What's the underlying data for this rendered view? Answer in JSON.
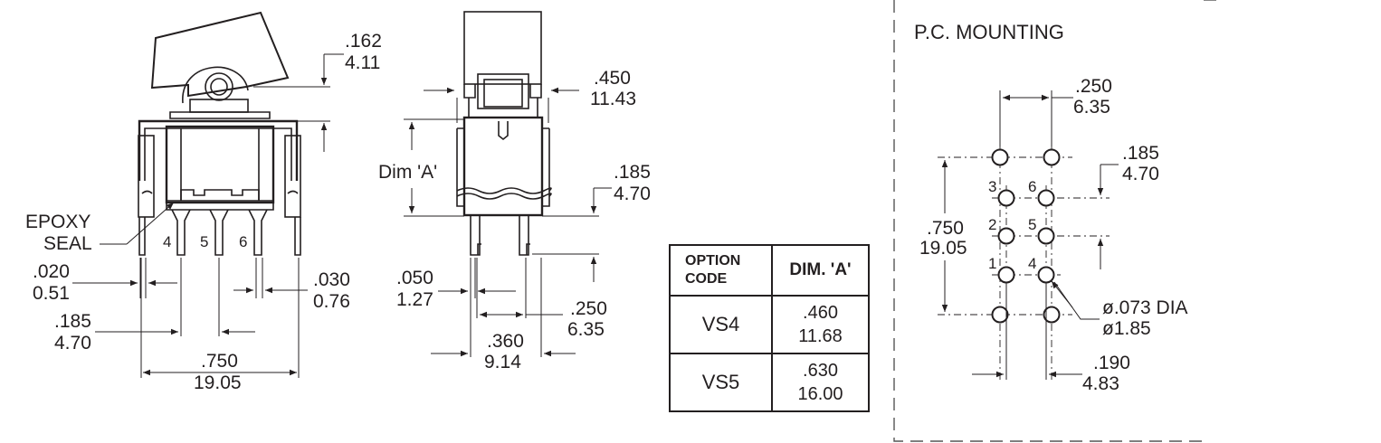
{
  "views": {
    "side": {
      "dim_top": [
        ".162",
        "4.11"
      ],
      "epoxy": [
        "EPOXY",
        "SEAL"
      ],
      "pins": [
        "4",
        "5",
        "6"
      ],
      "dim_020": [
        ".020",
        "0.51"
      ],
      "dim_030": [
        ".030",
        "0.76"
      ],
      "dim_185": [
        ".185",
        "4.70"
      ],
      "dim_750": [
        ".750",
        "19.05"
      ]
    },
    "front": {
      "dim_450": [
        ".450",
        "11.43"
      ],
      "dim_a_label": "Dim 'A'",
      "dim_185": [
        ".185",
        "4.70"
      ],
      "dim_050": [
        ".050",
        "1.27"
      ],
      "dim_250": [
        ".250",
        "6.35"
      ],
      "dim_360": [
        ".360",
        "9.14"
      ]
    },
    "pc_mounting": {
      "title": "P.C. MOUNTING",
      "dim_250": [
        ".250",
        "6.35"
      ],
      "dim_185": [
        ".185",
        "4.70"
      ],
      "dim_750": [
        ".750",
        "19.05"
      ],
      "pins_left": [
        "3",
        "2",
        "1"
      ],
      "pins_right": [
        "6",
        "5",
        "4"
      ],
      "hole_dia": [
        "ø.073 DIA",
        "ø1.85"
      ],
      "dim_190": [
        ".190",
        "4.83"
      ]
    }
  },
  "option_table": {
    "headers": [
      "OPTION",
      "CODE",
      "DIM. 'A'"
    ],
    "rows": [
      {
        "code": "VS4",
        "dim_in": ".460",
        "dim_mm": "11.68"
      },
      {
        "code": "VS5",
        "dim_in": ".630",
        "dim_mm": "16.00"
      }
    ]
  }
}
